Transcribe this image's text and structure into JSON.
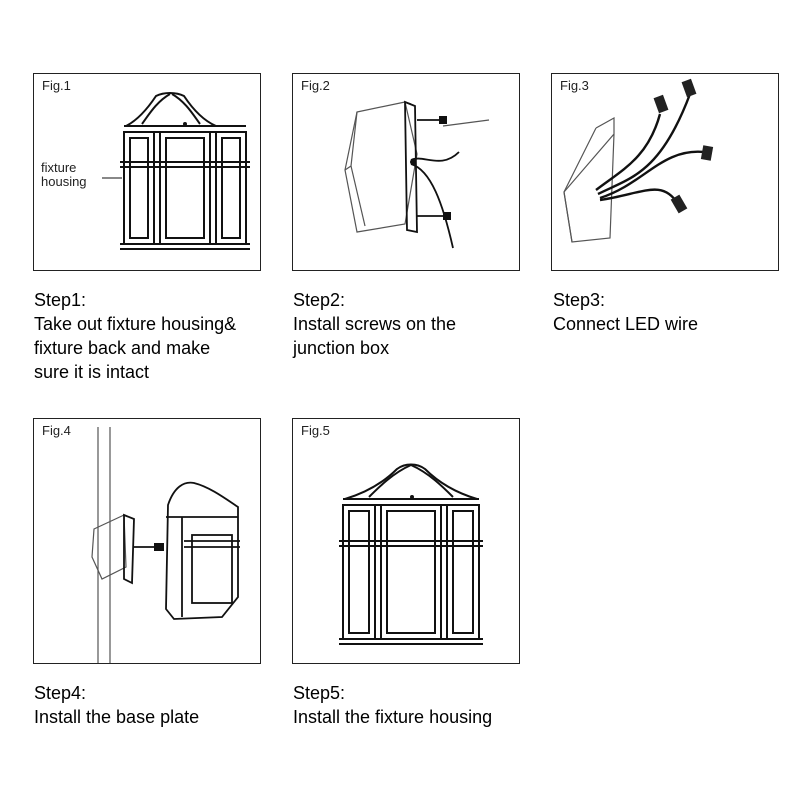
{
  "figures": [
    {
      "label": "Fig.1",
      "callout": [
        "fixture",
        "housing"
      ]
    },
    {
      "label": "Fig.2"
    },
    {
      "label": "Fig.3"
    },
    {
      "label": "Fig.4"
    },
    {
      "label": "Fig.5"
    }
  ],
  "steps": [
    {
      "title": "Step1:",
      "lines": [
        "Take out fixture housing&",
        "fixture back and make",
        "sure it is intact"
      ]
    },
    {
      "title": "Step2:",
      "lines": [
        "Install screws on the",
        "junction box"
      ]
    },
    {
      "title": "Step3:",
      "lines": [
        "Connect LED wire"
      ]
    },
    {
      "title": "Step4:",
      "lines": [
        "Install the base plate"
      ]
    },
    {
      "title": "Step5:",
      "lines": [
        "Install the fixture housing"
      ]
    }
  ]
}
